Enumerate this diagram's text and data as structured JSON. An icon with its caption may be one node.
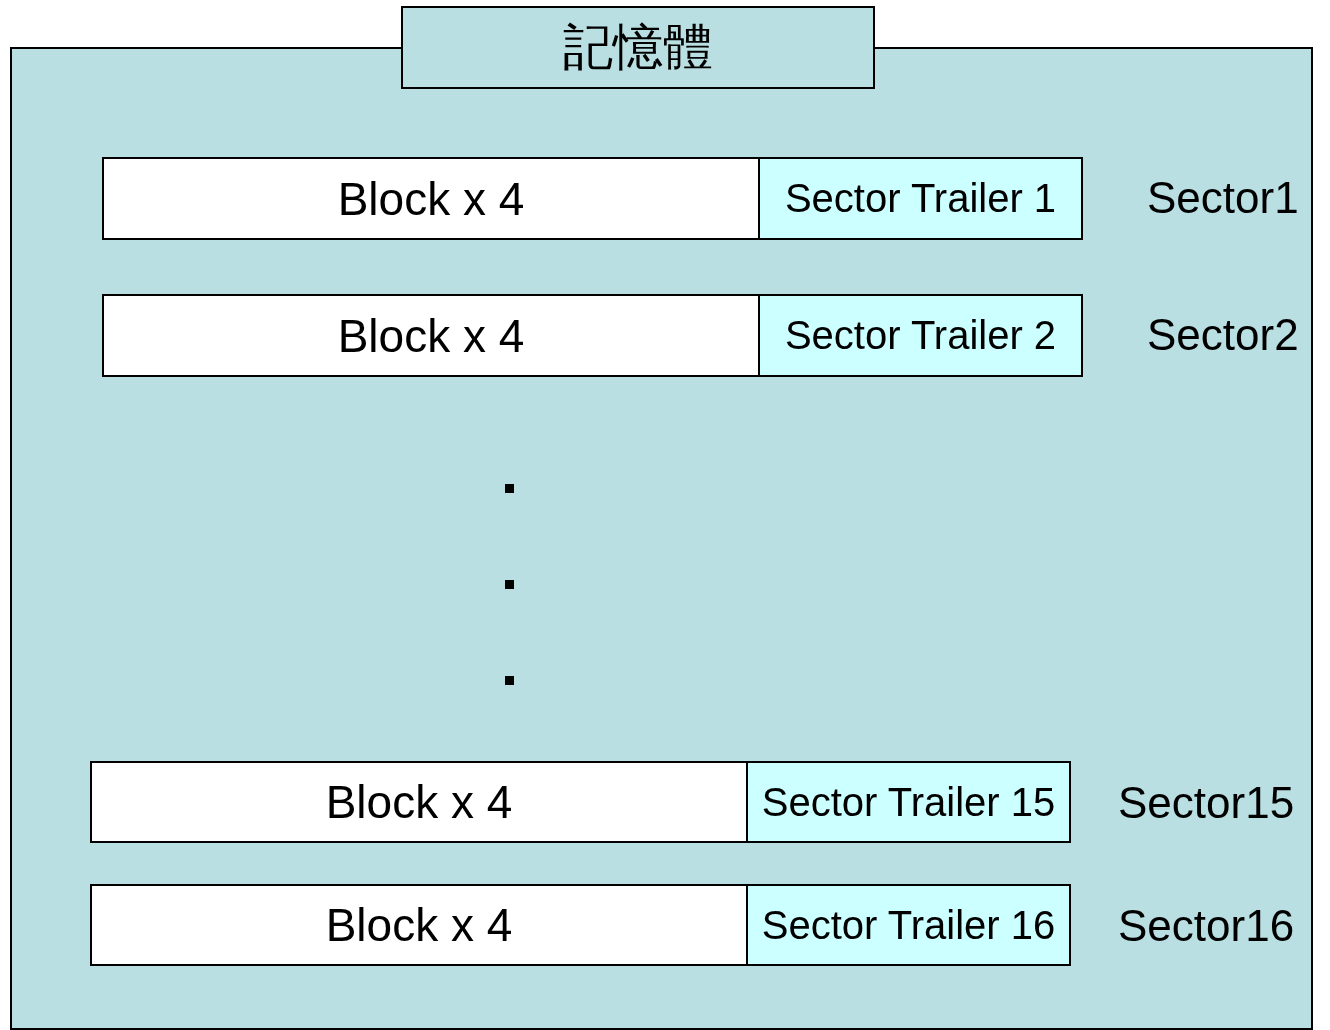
{
  "diagram": {
    "nodes": [
      {
        "text": [
          "記憶體"
        ]
      },
      {
        "text": [
          "Block x 4"
        ],
        "in": 0
      },
      {
        "text": [
          "Sector Trailer 1"
        ],
        "in": 0,
        "beside": [
          "Sector1"
        ]
      },
      {
        "text": [
          "Block x 4"
        ],
        "in": 0
      },
      {
        "text": [
          "Sector Trailer 2"
        ],
        "in": 0,
        "beside": [
          "Sector2"
        ]
      },
      {
        "text": [
          "Block x 4"
        ],
        "in": 0
      },
      {
        "text": [
          "Sector Trailer 15"
        ],
        "in": 0,
        "beside": [
          "Sector15"
        ]
      },
      {
        "text": [
          "Block x 4"
        ],
        "in": 0
      },
      {
        "text": [
          "Sector Trailer 16"
        ],
        "in": 0,
        "beside": [
          "Sector16"
        ]
      }
    ]
  }
}
